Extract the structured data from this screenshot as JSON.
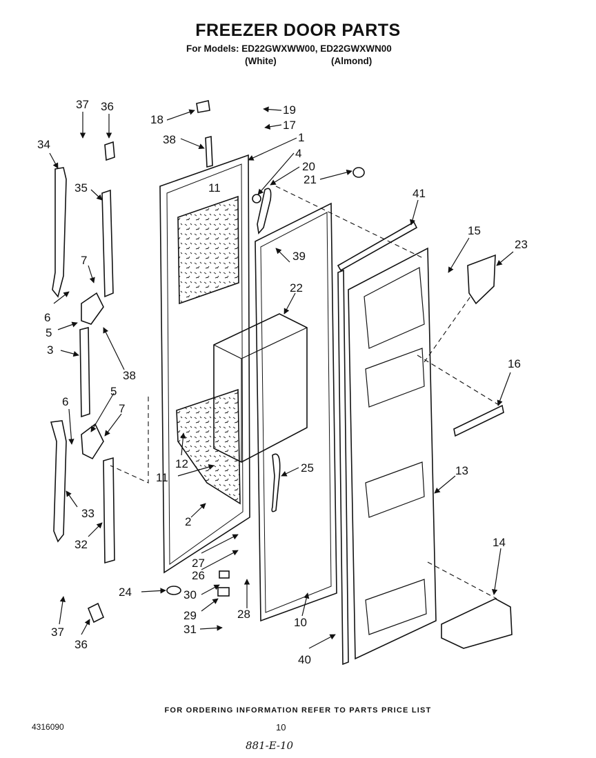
{
  "header": {
    "title": "FREEZER DOOR PARTS",
    "subtitle": "For Models: ED22GWXWW00, ED22GWXWN00",
    "color_white": "(White)",
    "color_almond": "(Almond)"
  },
  "callouts": [
    "37",
    "36",
    "34",
    "35",
    "7",
    "6",
    "5",
    "3",
    "38",
    "6",
    "5",
    "7",
    "33",
    "32",
    "37",
    "36",
    "18",
    "38",
    "19",
    "17",
    "1",
    "4",
    "20",
    "21",
    "11",
    "41",
    "15",
    "23",
    "39",
    "22",
    "16",
    "12",
    "11",
    "25",
    "13",
    "2",
    "27",
    "26",
    "24",
    "30",
    "28",
    "29",
    "31",
    "10",
    "40",
    "14"
  ],
  "footer": {
    "ordering_note": "FOR ORDERING INFORMATION REFER TO PARTS PRICE LIST",
    "doc_number": "4316090",
    "page_number": "10",
    "handwritten": "881-E-10"
  }
}
